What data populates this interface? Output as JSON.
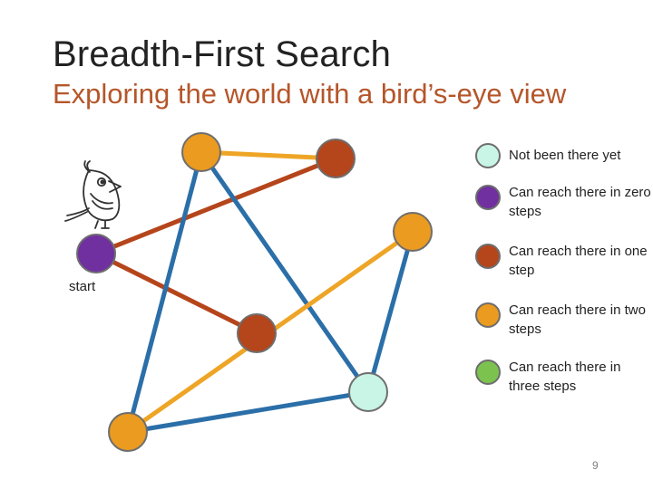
{
  "slide": {
    "title": "Breadth-First Search",
    "subtitle": "Exploring the world with a bird’s-eye view",
    "start_label": "start",
    "page_number": "9"
  },
  "colors": {
    "not_visited": "#c8f5e6",
    "zero_steps": "#7030a0",
    "one_step": "#b5451b",
    "two_steps": "#eb9b1f",
    "three_steps": "#7cc24e",
    "edge_blue": "#2b6fa8",
    "edge_orange": "#eea526",
    "edge_rust": "#b5451b",
    "node_outline": "#6e6e6e"
  },
  "legend": [
    {
      "label": "Not been there yet",
      "status": "not_visited"
    },
    {
      "label": "Can reach there in zero steps",
      "status": "zero_steps"
    },
    {
      "label": "Can reach there in one step",
      "status": "one_step"
    },
    {
      "label": "Can reach there in two steps",
      "status": "two_steps"
    },
    {
      "label": "Can reach there in three steps",
      "status": "three_steps"
    }
  ],
  "nodes": [
    {
      "id": "start",
      "status": "zero_steps"
    },
    {
      "id": "top-left",
      "status": "two_steps"
    },
    {
      "id": "top-middle",
      "status": "one_step"
    },
    {
      "id": "right",
      "status": "two_steps"
    },
    {
      "id": "center",
      "status": "one_step"
    },
    {
      "id": "bottom-right",
      "status": "not_visited"
    },
    {
      "id": "bottom-left",
      "status": "two_steps"
    }
  ],
  "edges": [
    {
      "from": "top-left",
      "to": "top-middle",
      "color": "edge_orange"
    },
    {
      "from": "start",
      "to": "top-middle",
      "color": "edge_rust"
    },
    {
      "from": "start",
      "to": "center",
      "color": "edge_rust"
    },
    {
      "from": "top-left",
      "to": "bottom-left",
      "color": "edge_blue"
    },
    {
      "from": "top-left",
      "to": "bottom-right",
      "color": "edge_blue"
    },
    {
      "from": "right",
      "to": "bottom-right",
      "color": "edge_blue"
    },
    {
      "from": "bottom-left",
      "to": "bottom-right",
      "color": "edge_blue"
    },
    {
      "from": "bottom-left",
      "to": "right",
      "color": "edge_orange"
    }
  ]
}
